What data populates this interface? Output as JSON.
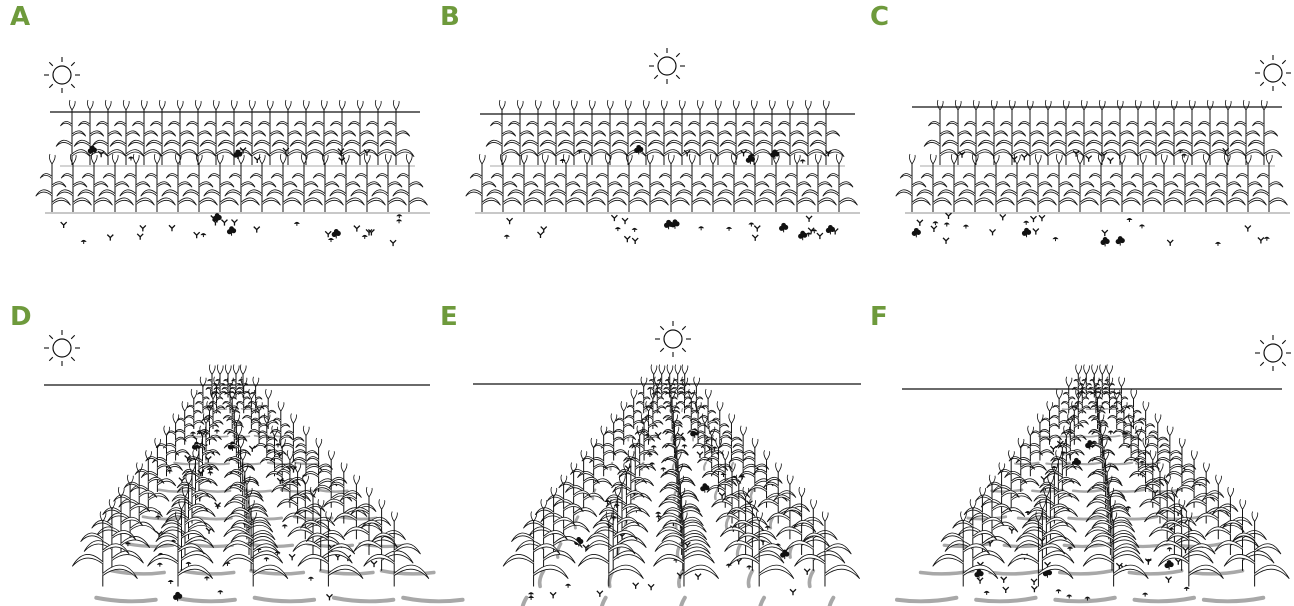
{
  "panels": [
    {
      "label": "A",
      "view": "side",
      "sun": "left"
    },
    {
      "label": "B",
      "view": "side",
      "sun": "center"
    },
    {
      "label": "C",
      "view": "side",
      "sun": "right"
    },
    {
      "label": "D",
      "view": "perspective",
      "sun": "left"
    },
    {
      "label": "E",
      "view": "perspective",
      "sun": "center"
    },
    {
      "label": "F",
      "view": "perspective",
      "sun": "right"
    }
  ],
  "colors": {
    "label": "#6e9a3c",
    "line": "#111111",
    "shadow": "#a8a8a8"
  },
  "icons": [
    "sun-icon",
    "maize-plant-icon",
    "weed-icon"
  ]
}
